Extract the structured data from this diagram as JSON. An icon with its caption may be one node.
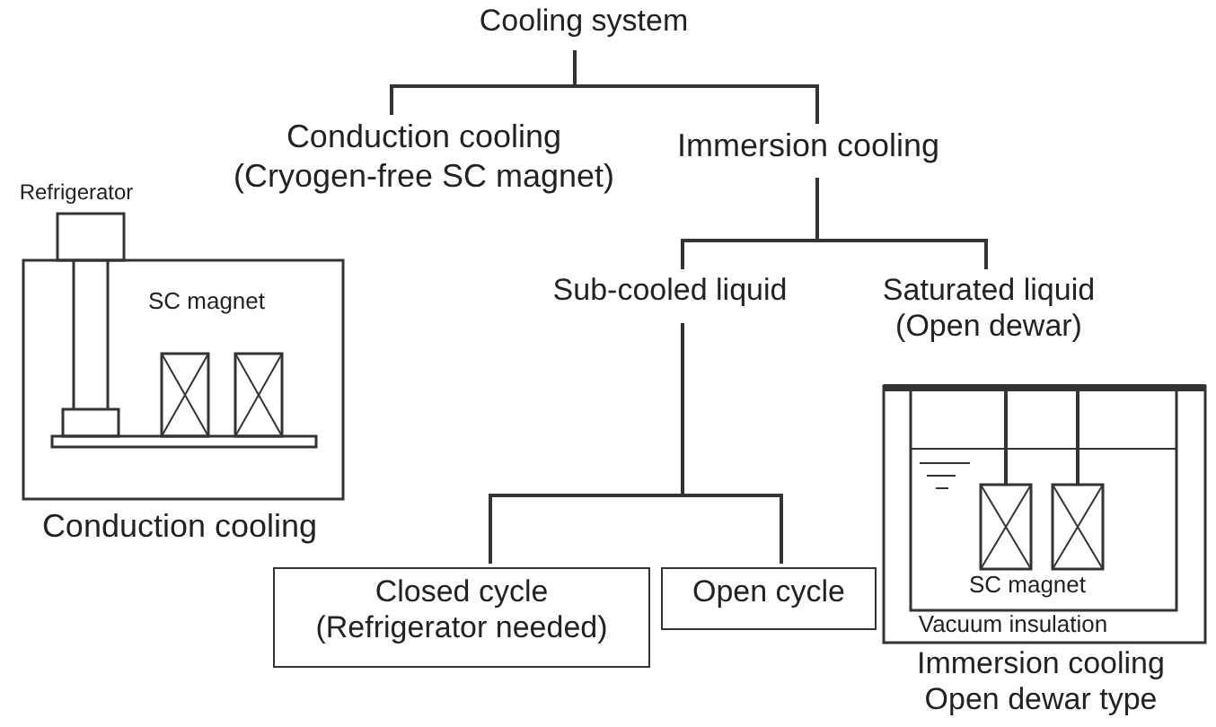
{
  "diagram": {
    "nodes": [
      {
        "text": [
          "Cooling system"
        ]
      },
      {
        "text": [
          "Conduction cooling (Cryogen-free SC magnet)"
        ]
      },
      {
        "text": [
          "Immersion cooling"
        ]
      },
      {
        "text": [
          "Sub-cooled liquid"
        ]
      },
      {
        "text": [
          "Saturated liquid (Open dewar)"
        ]
      },
      {
        "text": [
          "Closed cycle (Refrigerator needed)"
        ]
      },
      {
        "text": [
          "Open cycle"
        ]
      }
    ],
    "edges": [
      {
        "from": 0,
        "to": 1,
        "arrow": "none"
      },
      {
        "from": 0,
        "to": 2,
        "arrow": "none"
      },
      {
        "from": 2,
        "to": 3,
        "arrow": "none"
      },
      {
        "from": 2,
        "to": 4,
        "arrow": "none"
      },
      {
        "from": 3,
        "to": 5,
        "arrow": "none"
      },
      {
        "from": 3,
        "to": 6,
        "arrow": "none"
      }
    ],
    "labels": [
      "Refrigerator",
      "SC magnet",
      "Conduction cooling",
      "SC magnet",
      "Vacuum insulation",
      "Immersion cooling",
      "Open dewar type"
    ]
  }
}
